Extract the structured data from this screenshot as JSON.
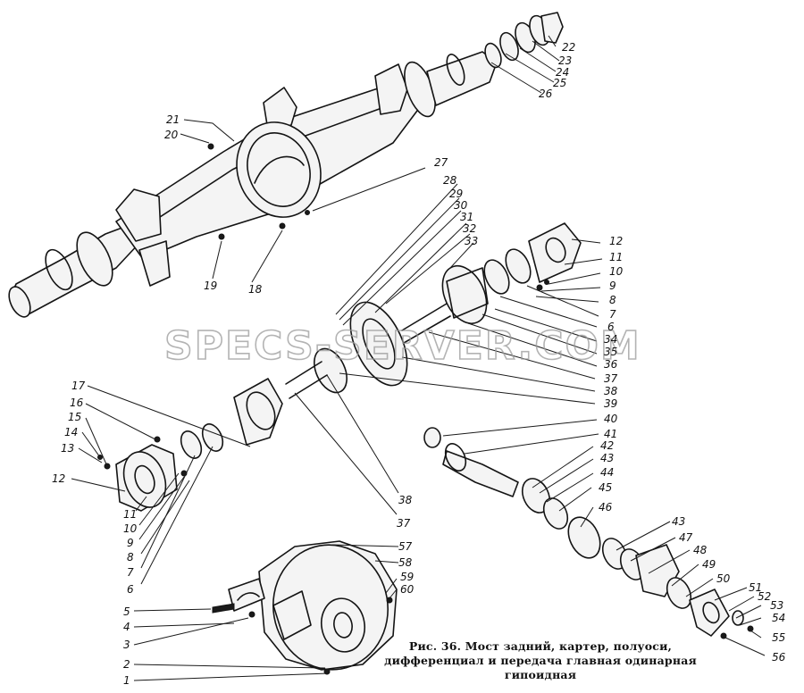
{
  "watermark": "SPECS-SERVER.COM",
  "caption": "Рис. 36. Мост задний, картер, полуоси, дифференциал и передача главная одинарная гипоидная",
  "callouts": [
    {
      "id": "c22",
      "label": "22"
    },
    {
      "id": "c23",
      "label": "23"
    },
    {
      "id": "c24",
      "label": "24"
    },
    {
      "id": "c25",
      "label": "25"
    },
    {
      "id": "c26",
      "label": "26"
    },
    {
      "id": "c21",
      "label": "21"
    },
    {
      "id": "c20",
      "label": "20"
    },
    {
      "id": "c27",
      "label": "27"
    },
    {
      "id": "c19",
      "label": "19"
    },
    {
      "id": "c18",
      "label": "18"
    },
    {
      "id": "c28",
      "label": "28"
    },
    {
      "id": "c29",
      "label": "29"
    },
    {
      "id": "c30",
      "label": "30"
    },
    {
      "id": "c31",
      "label": "31"
    },
    {
      "id": "c32",
      "label": "32"
    },
    {
      "id": "c33",
      "label": "33"
    },
    {
      "id": "r12",
      "label": "12"
    },
    {
      "id": "r11",
      "label": "11"
    },
    {
      "id": "r10",
      "label": "10"
    },
    {
      "id": "r9",
      "label": "9"
    },
    {
      "id": "r8",
      "label": "8"
    },
    {
      "id": "r7",
      "label": "7"
    },
    {
      "id": "r6",
      "label": "6"
    },
    {
      "id": "c34",
      "label": "34"
    },
    {
      "id": "c35",
      "label": "35"
    },
    {
      "id": "c36",
      "label": "36"
    },
    {
      "id": "r37",
      "label": "37"
    },
    {
      "id": "r38",
      "label": "38"
    },
    {
      "id": "c39",
      "label": "39"
    },
    {
      "id": "c40",
      "label": "40"
    },
    {
      "id": "c41",
      "label": "41"
    },
    {
      "id": "c42",
      "label": "42"
    },
    {
      "id": "r43",
      "label": "43"
    },
    {
      "id": "c44",
      "label": "44"
    },
    {
      "id": "c45",
      "label": "45"
    },
    {
      "id": "c46",
      "label": "46"
    },
    {
      "id": "l17",
      "label": "17"
    },
    {
      "id": "l16",
      "label": "16"
    },
    {
      "id": "l15",
      "label": "15"
    },
    {
      "id": "l14",
      "label": "14"
    },
    {
      "id": "l13",
      "label": "13"
    },
    {
      "id": "l12",
      "label": "12"
    },
    {
      "id": "l11",
      "label": "11"
    },
    {
      "id": "l10",
      "label": "10"
    },
    {
      "id": "l9",
      "label": "9"
    },
    {
      "id": "l8",
      "label": "8"
    },
    {
      "id": "l7",
      "label": "7"
    },
    {
      "id": "l6",
      "label": "6"
    },
    {
      "id": "m38",
      "label": "38"
    },
    {
      "id": "m37",
      "label": "37"
    },
    {
      "id": "c57",
      "label": "57"
    },
    {
      "id": "c58",
      "label": "58"
    },
    {
      "id": "c59",
      "label": "59"
    },
    {
      "id": "c60",
      "label": "60"
    },
    {
      "id": "b5",
      "label": "5"
    },
    {
      "id": "b4",
      "label": "4"
    },
    {
      "id": "b3",
      "label": "3"
    },
    {
      "id": "b2",
      "label": "2"
    },
    {
      "id": "b1",
      "label": "1"
    },
    {
      "id": "d43",
      "label": "43"
    },
    {
      "id": "c47",
      "label": "47"
    },
    {
      "id": "c48",
      "label": "48"
    },
    {
      "id": "c49",
      "label": "49"
    },
    {
      "id": "c50",
      "label": "50"
    },
    {
      "id": "c51",
      "label": "51"
    },
    {
      "id": "c52",
      "label": "52"
    },
    {
      "id": "c53",
      "label": "53"
    },
    {
      "id": "c54",
      "label": "54"
    },
    {
      "id": "c55",
      "label": "55"
    },
    {
      "id": "c56",
      "label": "56"
    }
  ]
}
